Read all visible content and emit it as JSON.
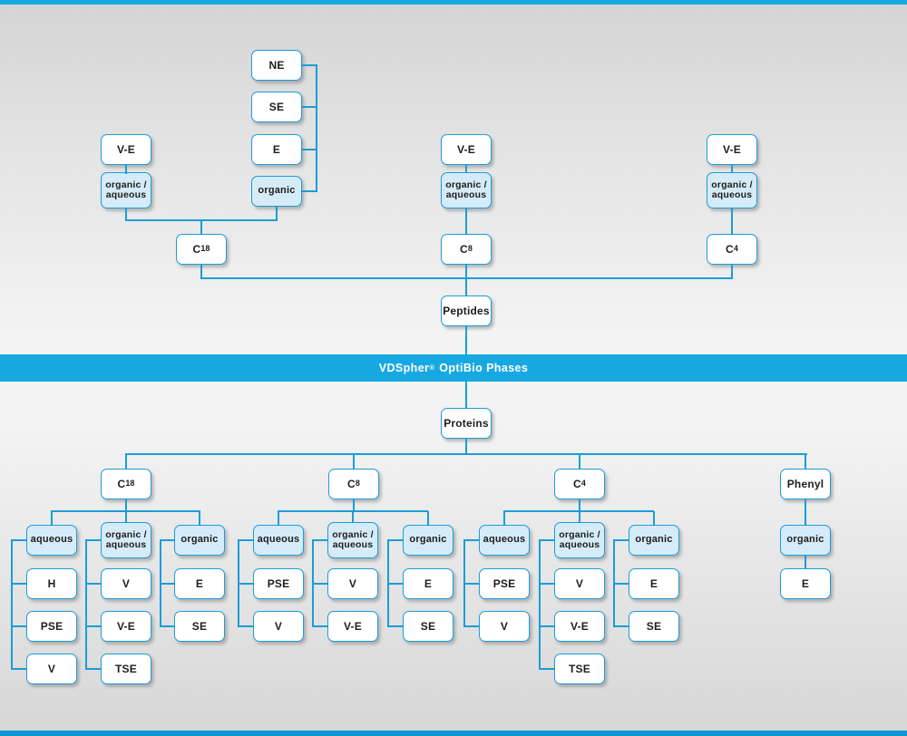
{
  "banner": {
    "brand": "VDSpher",
    "reg": "®",
    "rest": "OptiBio Phases"
  },
  "peptides": {
    "root": "Peptides",
    "stack": {
      "items": [
        "NE",
        "SE",
        "E"
      ],
      "mode": "organic"
    },
    "columns": [
      {
        "top": "V-E",
        "mid": "organic /\naqueous",
        "base": "C18"
      },
      {
        "top": "V-E",
        "mid": "organic /\naqueous",
        "base": "C8"
      },
      {
        "top": "V-E",
        "mid": "organic /\naqueous",
        "base": "C4"
      }
    ]
  },
  "proteins": {
    "root": "Proteins",
    "groups": [
      {
        "header": "C18",
        "categories": [
          {
            "label": "aqueous",
            "children": [
              "H",
              "PSE",
              "V"
            ]
          },
          {
            "label": "organic /\naqueous",
            "children": [
              "V",
              "V-E",
              "TSE"
            ]
          },
          {
            "label": "organic",
            "children": [
              "E",
              "SE"
            ]
          }
        ]
      },
      {
        "header": "C8",
        "categories": [
          {
            "label": "aqueous",
            "children": [
              "PSE",
              "V"
            ]
          },
          {
            "label": "organic /\naqueous",
            "children": [
              "V",
              "V-E"
            ]
          },
          {
            "label": "organic",
            "children": [
              "E",
              "SE"
            ]
          }
        ]
      },
      {
        "header": "C4",
        "categories": [
          {
            "label": "aqueous",
            "children": [
              "PSE",
              "V"
            ]
          },
          {
            "label": "organic /\naqueous",
            "children": [
              "V",
              "V-E",
              "TSE"
            ]
          },
          {
            "label": "organic",
            "children": [
              "E",
              "SE"
            ]
          }
        ]
      },
      {
        "header": "Phenyl",
        "categories": [
          {
            "label": "organic",
            "children": [
              "E"
            ]
          }
        ]
      }
    ]
  },
  "colors": {
    "accent": "#18a8e1",
    "line": "#1b9dd9",
    "light_fill": "#d6ebf8",
    "bottom_bar": "#0f93d2",
    "text": "#1d1d1b"
  }
}
